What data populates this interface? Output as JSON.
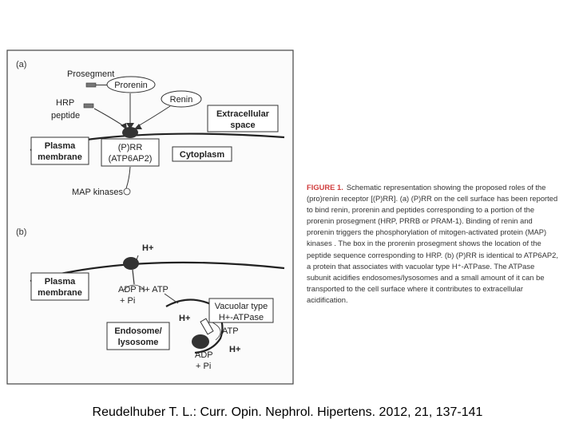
{
  "panel_a": {
    "label": "(a)",
    "prosegment": "Prosegment",
    "prorenin": "Prorenin",
    "renin": "Renin",
    "hrp_line1": "HRP",
    "hrp_line2": "peptide",
    "extracellular_line1": "Extracellular",
    "extracellular_line2": "space",
    "plasma_line1": "Plasma",
    "plasma_line2": "membrane",
    "receptor_line1": "(P)RR",
    "receptor_line2": "(ATP6AP2)",
    "cytoplasm": "Cytoplasm",
    "map_kinases": "MAP kinases"
  },
  "panel_b": {
    "label": "(b)",
    "h_plus_top": "H+",
    "plasma_line1": "Plasma",
    "plasma_line2": "membrane",
    "adp_h_atp": "ADP H+ ATP",
    "pi_top": "+ Pi",
    "h_plus_mid": "H+",
    "vacuolar_line1": "Vacuolar type",
    "vacuolar_line2": "H+-ATPase",
    "atp": "ATP",
    "endosome_line1": "Endosome/",
    "endosome_line2": "lysosome",
    "h_plus_bottom": "H+",
    "adp_bottom": "ADP",
    "pi_bottom": "+ Pi"
  },
  "caption": {
    "figure_label": "FIGURE 1.",
    "text": "Schematic representation showing the proposed roles of the (pro)renin receptor [(P)RR]. (a) (P)RR on the cell surface has been reported to bind renin, prorenin and peptides corresponding to a portion of the prorenin prosegment (HRP, PRRB or PRAM-1). Binding of renin and prorenin triggers the phosphorylation of mitogen-activated protein (MAP) kinases . The box in the prorenin prosegment shows the location of the peptide sequence corresponding to HRP. (b) (P)RR is identical to ATP6AP2, a protein that associates with vacuolar type H⁺-ATPase. The ATPase subunit acidifies endosomes/lysosomes and a small amount of it can be transported to the cell surface where it contributes to extracellular acidification."
  },
  "citation": "Reudelhuber T. L.: Curr. Opin. Nephrol. Hipertens. 2012, 21, 137-141"
}
